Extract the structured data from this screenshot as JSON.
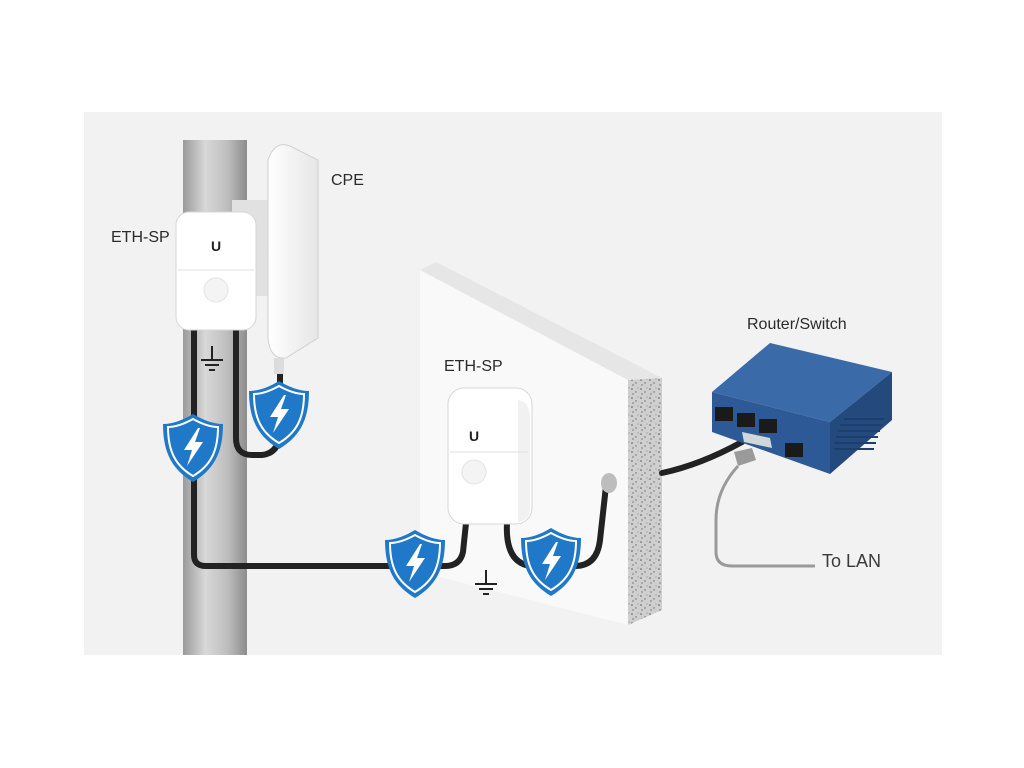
{
  "labels": {
    "cpe": "CPE",
    "eth_sp_pole": "ETH-SP",
    "eth_sp_wall": "ETH-SP",
    "router_switch": "Router/Switch",
    "to_lan": "To LAN"
  },
  "icons": {
    "protection": "lightning-shield-icon",
    "ground": "ground-symbol-icon",
    "logo": "ubiquiti-u-logo"
  },
  "colors": {
    "shield": "#1f78c8",
    "router_body": "#2d5a96",
    "cable": "#222222",
    "lan_cable": "#9a9a9a",
    "background": "#f2f2f2"
  }
}
